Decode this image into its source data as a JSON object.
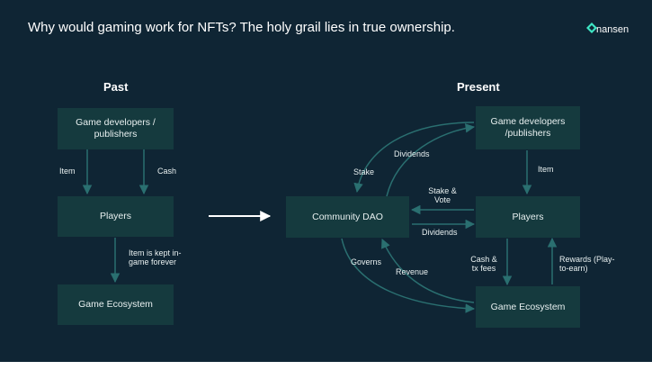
{
  "title": "Why would gaming work for NFTs? The holy grail lies in true ownership.",
  "brand": {
    "name": "nansen",
    "accent": "#3ee6c4"
  },
  "colors": {
    "background": "#0f2534",
    "box": "#153a3e",
    "connector": "#2a6f70",
    "main_arrow": "#ffffff"
  },
  "past": {
    "heading": "Past",
    "nodes": {
      "devs": "Game developers / publishers",
      "players": "Players",
      "ecosystem": "Game Ecosystem"
    },
    "labels": {
      "item": "Item",
      "cash": "Cash",
      "kept": "Item is kept in-game forever"
    }
  },
  "present": {
    "heading": "Present",
    "nodes": {
      "devs": "Game developers /publishers",
      "dao": "Community DAO",
      "players": "Players",
      "ecosystem": "Game Ecosystem"
    },
    "labels": {
      "dividends_top": "Dividends",
      "stake": "Stake",
      "item": "Item",
      "stake_vote": "Stake & Vote",
      "dividends_mid": "Dividends",
      "governs": "Governs",
      "revenue": "Revenue",
      "cash_fees": "Cash & tx fees",
      "rewards": "Rewards (Play-to-earn)"
    }
  }
}
